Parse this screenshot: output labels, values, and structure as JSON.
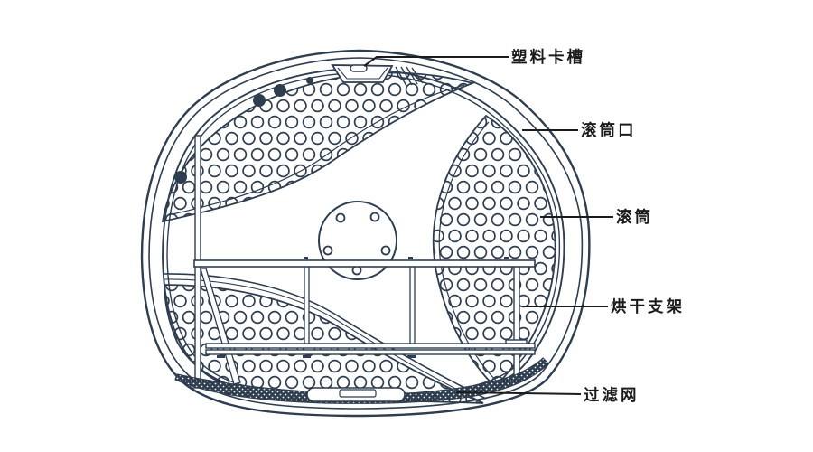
{
  "diagram": {
    "labels": [
      {
        "id": "plastic-clip-slot",
        "text": "塑料卡槽"
      },
      {
        "id": "drum-opening",
        "text": "滚筒口"
      },
      {
        "id": "drum",
        "text": "滚筒"
      },
      {
        "id": "drying-rack",
        "text": "烘干支架"
      },
      {
        "id": "filter-mesh",
        "text": "过滤网"
      }
    ],
    "colors": {
      "line": "#2e3d4f",
      "label_text": "#1b1b1b",
      "background": "#ffffff",
      "filter_band": "#2e3d4f"
    }
  }
}
